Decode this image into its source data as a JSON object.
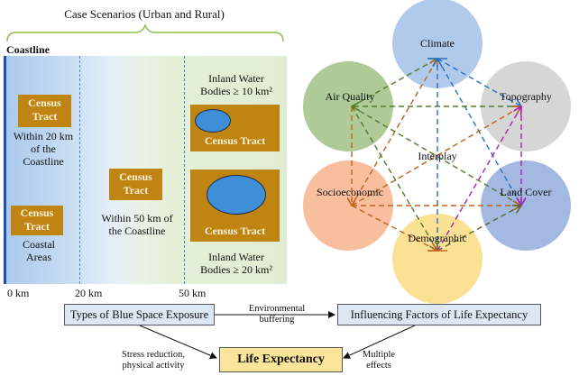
{
  "left_panel": {
    "title": "Case Scenarios (Urban and Rural)",
    "coastline_label": "Coastline",
    "tract_label": "Census",
    "tract_label2": "Tract",
    "tract_label_full": "Census Tract",
    "zones": [
      {
        "caption_lines": [
          "Coastal",
          "Areas"
        ]
      },
      {
        "caption_lines": [
          "Within 20 km",
          "of the",
          "Coastline"
        ]
      },
      {
        "caption_lines": [
          "Within 50 km of",
          "the Coastline"
        ]
      }
    ],
    "inland_small": {
      "lines": [
        "Inland Water",
        "Bodies ≥ 10 km²"
      ]
    },
    "inland_large": {
      "lines": [
        "Inland Water",
        "Bodies ≥ 20 km²"
      ]
    },
    "km_ticks": [
      "0 km",
      "20 km",
      "50 km"
    ]
  },
  "network": {
    "center_label": "Interplay",
    "nodes": [
      {
        "id": "climate",
        "label": "Climate",
        "color": "#a9c6ea"
      },
      {
        "id": "air",
        "label": "Air Quality",
        "color": "#a6c58e"
      },
      {
        "id": "topo",
        "label": "Topography",
        "color": "#d3d3d3"
      },
      {
        "id": "socio",
        "label": "Socioeconomic",
        "color": "#f7b896"
      },
      {
        "id": "land",
        "label": "Land Cover",
        "color": "#9cb3df"
      },
      {
        "id": "demo",
        "label": "Demographic",
        "color": "#fbde8a"
      }
    ],
    "edges": [
      {
        "from": "air",
        "to": "climate",
        "color": "#4f7c2c"
      },
      {
        "from": "socio",
        "to": "climate",
        "color": "#c0621a"
      },
      {
        "from": "demo",
        "to": "climate",
        "color": "#2a6fc4"
      },
      {
        "from": "climate",
        "to": "topo",
        "color": "#2a6fc4"
      },
      {
        "from": "climate",
        "to": "land",
        "color": "#2a6fc4"
      },
      {
        "from": "topo",
        "to": "air",
        "color": "#4f7c2c"
      },
      {
        "from": "air",
        "to": "land",
        "color": "#4f7c2c"
      },
      {
        "from": "air",
        "to": "demo",
        "color": "#4f7c2c"
      },
      {
        "from": "air",
        "to": "socio",
        "color": "#c0621a"
      },
      {
        "from": "socio",
        "to": "topo",
        "color": "#c0621a"
      },
      {
        "from": "socio",
        "to": "land",
        "color": "#c0621a"
      },
      {
        "from": "socio",
        "to": "demo",
        "color": "#c0621a"
      },
      {
        "from": "demo",
        "to": "topo",
        "color": "#b21fb0"
      },
      {
        "from": "topo",
        "to": "land",
        "color": "#b21fb0"
      },
      {
        "from": "demo",
        "to": "land",
        "color": "#5c6a2e"
      }
    ]
  },
  "flow": {
    "exposure": "Types of Blue Space Exposure",
    "factors": "Influencing Factors of Life Expectancy",
    "outcome": "Life Expectancy",
    "edge_top": [
      "Environmental",
      "buffering"
    ],
    "edge_left": [
      "Stress reduction,",
      "physical activity"
    ],
    "edge_right": [
      "Multiple",
      "effects"
    ]
  },
  "colors": {
    "tract": "#c08412",
    "lake": "#3f8fd8",
    "brace": "#8cbf4a",
    "coastline": "#1f4fa8"
  }
}
